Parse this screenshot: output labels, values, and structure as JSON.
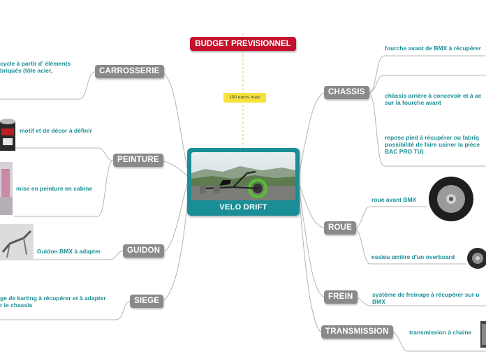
{
  "budget": {
    "label": "BUDGET PREVISIONNEL",
    "note": "100 euros maxi"
  },
  "central": {
    "title": "VELO DRIFT"
  },
  "left_branches": [
    {
      "id": "carrosserie",
      "label": "CARROSSERIE",
      "leaves": [
        "cycle à partir d' éléments\nbriqués (tôle acier,"
      ]
    },
    {
      "id": "peinture",
      "label": "PEINTURE",
      "leaves": [
        "motif et de décor à définir",
        "mise en peinture en cabine"
      ]
    },
    {
      "id": "guidon",
      "label": "GUIDON",
      "leaves": [
        "Guidon  BMX à adapter"
      ]
    },
    {
      "id": "siege",
      "label": "SIEGE",
      "leaves": [
        "ge de karting à récupérer et à adapter\nr le chassis"
      ]
    }
  ],
  "right_branches": [
    {
      "id": "chassis",
      "label": "CHASSIS",
      "leaves": [
        "fourche avant de BMX à récupérer",
        "châssis arrière à concevoir et à ac\nsur la fourche avant",
        "repose pied à récupérer ou fabriq\npossibilité de faire usiner la pièce\nBAC PRO TU)"
      ]
    },
    {
      "id": "roue",
      "label": "ROUE",
      "leaves": [
        "roue avant BMX",
        "essieu arrière d'un overboard"
      ]
    },
    {
      "id": "frein",
      "label": "FREIN",
      "leaves": [
        "système de freinage à récupérer sur u\nBMX"
      ]
    },
    {
      "id": "transmission",
      "label": "TRANSMISSION",
      "leaves": [
        "transmission à chaine"
      ]
    }
  ],
  "colors": {
    "accent": "#1a8e96",
    "budget": "#c4102a",
    "node": "#8a8a8a",
    "note": "#f7e23b"
  }
}
